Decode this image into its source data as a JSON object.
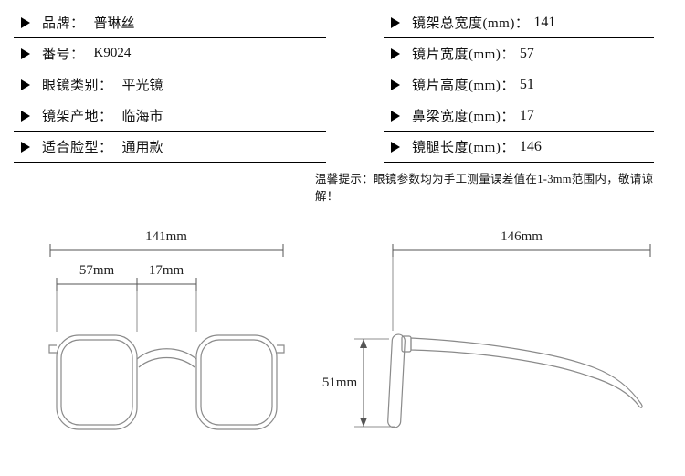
{
  "specs": {
    "left": [
      {
        "label": "品牌：",
        "value": "普琳丝"
      },
      {
        "label": "番号：",
        "value": "K9024"
      },
      {
        "label": "眼镜类别：",
        "value": "平光镜"
      },
      {
        "label": "镜架产地：",
        "value": "临海市"
      },
      {
        "label": "适合脸型：",
        "value": "通用款"
      }
    ],
    "right": [
      {
        "label": "镜架总宽度(mm)：",
        "value": "141"
      },
      {
        "label": "镜片宽度(mm)：",
        "value": "57"
      },
      {
        "label": "镜片高度(mm)：",
        "value": "51"
      },
      {
        "label": "鼻梁宽度(mm)：",
        "value": "17"
      },
      {
        "label": "镜腿长度(mm)：",
        "value": "146"
      }
    ]
  },
  "note": "温馨提示：眼镜参数均为手工测量误差值在1-3mm范围内，敬请谅解！",
  "diagram": {
    "front_view": {
      "total_width_label": "141mm",
      "lens_width_label": "57mm",
      "bridge_width_label": "17mm"
    },
    "side_view": {
      "temple_length_label": "146mm",
      "lens_height_label": "51mm"
    }
  },
  "colors": {
    "text": "#111111",
    "divider": "#000000",
    "drawing_line": "#8a8a8a"
  }
}
